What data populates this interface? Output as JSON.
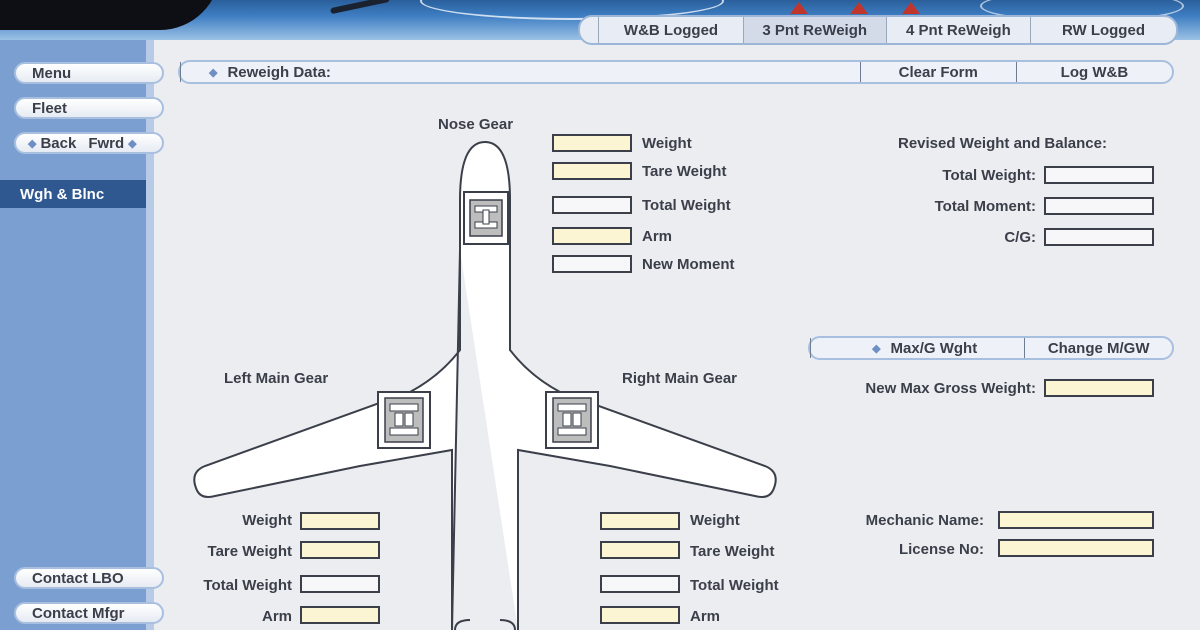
{
  "top_tabs": [
    "W&B Logged",
    "3 Pnt ReWeigh",
    "4 Pnt ReWeigh",
    "RW Logged"
  ],
  "active_top_tab": "3 Pnt ReWeigh",
  "sidebar": {
    "menu": "Menu",
    "fleet": "Fleet",
    "back": "Back",
    "forward": "Fwrd",
    "active_item": "Wgh & Blnc",
    "contact_lbo": "Contact LBO",
    "contact_mfgr": "Contact Mfgr"
  },
  "reweigh_bar": {
    "title": "Reweigh Data:",
    "clear_form": "Clear Form",
    "log_wb": "Log W&B"
  },
  "nose_gear": {
    "label": "Nose Gear",
    "fields": [
      "Weight",
      "Tare Weight",
      "Total Weight",
      "Arm",
      "New Moment"
    ]
  },
  "left_main_gear": {
    "label": "Left Main Gear",
    "fields": [
      "Weight",
      "Tare Weight",
      "Total Weight",
      "Arm"
    ]
  },
  "right_main_gear": {
    "label": "Right Main Gear",
    "fields": [
      "Weight",
      "Tare Weight",
      "Total Weight",
      "Arm"
    ]
  },
  "revised": {
    "title": "Revised Weight and Balance:",
    "total_weight": "Total Weight:",
    "total_moment": "Total Moment:",
    "cg": "C/G:"
  },
  "max_gross_bar": {
    "max_wght": "Max/G Wght",
    "change": "Change M/GW"
  },
  "new_max_gross": "New Max Gross Weight:",
  "mechanic_name": "Mechanic Name:",
  "license_no": "License No:",
  "colors": {
    "sidebar": "#7b9fd0",
    "sidebar_active": "#2f5890",
    "input_fill_yellow": "#fbf5d4",
    "background": "#ecedf0"
  }
}
